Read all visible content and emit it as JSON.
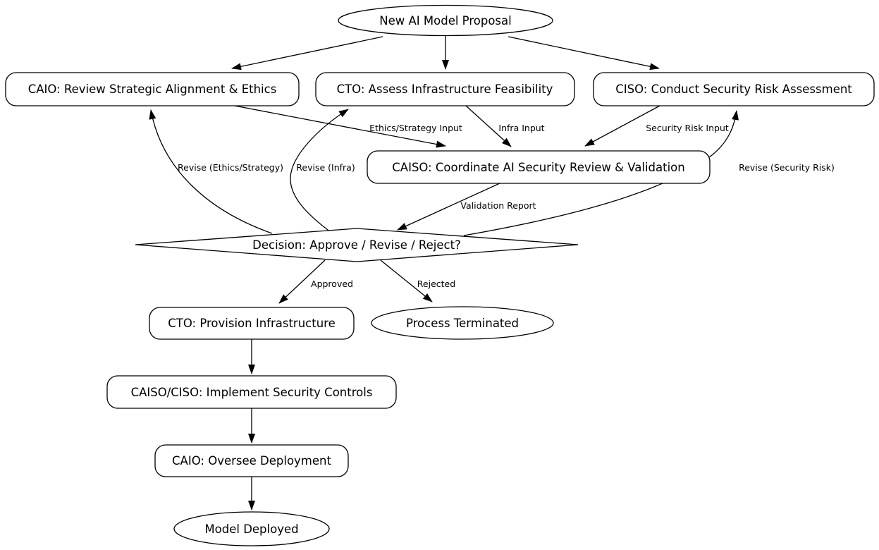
{
  "diagram": {
    "type": "flowchart",
    "background_color": "#ffffff",
    "stroke_color": "#000000",
    "node_fill_color": "#ffffff",
    "text_color": "#000000",
    "nodes": {
      "proposal": {
        "label": "New AI Model Proposal",
        "shape": "ellipse"
      },
      "caio_review": {
        "label": "CAIO: Review Strategic Alignment & Ethics",
        "shape": "rounded-rect"
      },
      "cto_assess": {
        "label": "CTO: Assess Infrastructure Feasibility",
        "shape": "rounded-rect"
      },
      "ciso_risk": {
        "label": "CISO: Conduct Security Risk Assessment",
        "shape": "rounded-rect"
      },
      "caiso_coordinate": {
        "label": "CAISO: Coordinate AI Security Review & Validation",
        "shape": "rounded-rect"
      },
      "decision": {
        "label": "Decision: Approve / Revise / Reject?",
        "shape": "diamond"
      },
      "cto_provision": {
        "label": "CTO: Provision Infrastructure",
        "shape": "rounded-rect"
      },
      "process_terminated": {
        "label": "Process Terminated",
        "shape": "ellipse"
      },
      "implement_controls": {
        "label": "CAISO/CISO: Implement Security Controls",
        "shape": "rounded-rect"
      },
      "oversee_deployment": {
        "label": "CAIO: Oversee Deployment",
        "shape": "rounded-rect"
      },
      "model_deployed": {
        "label": "Model Deployed",
        "shape": "ellipse"
      }
    },
    "edge_labels": {
      "ethics_strategy_input": "Ethics/Strategy Input",
      "infra_input": "Infra Input",
      "security_risk_input": "Security Risk Input",
      "validation_report": "Validation Report",
      "revise_ethics_strategy": "Revise (Ethics/Strategy)",
      "revise_infra": "Revise (Infra)",
      "revise_security_risk": "Revise (Security Risk)",
      "approved": "Approved",
      "rejected": "Rejected"
    }
  }
}
